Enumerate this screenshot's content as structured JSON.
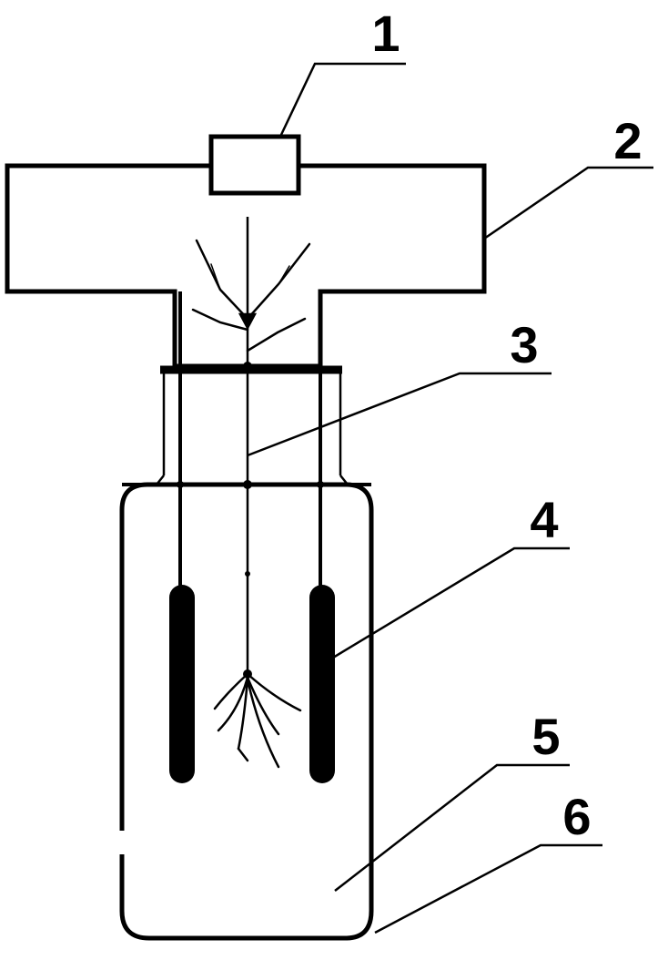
{
  "diagram": {
    "callouts": [
      {
        "id": "1",
        "label": "1"
      },
      {
        "id": "2",
        "label": "2"
      },
      {
        "id": "3",
        "label": "3"
      },
      {
        "id": "4",
        "label": "4"
      },
      {
        "id": "5",
        "label": "5"
      },
      {
        "id": "6",
        "label": "6"
      }
    ],
    "colors": {
      "stroke": "#000000",
      "background": "#ffffff"
    }
  }
}
